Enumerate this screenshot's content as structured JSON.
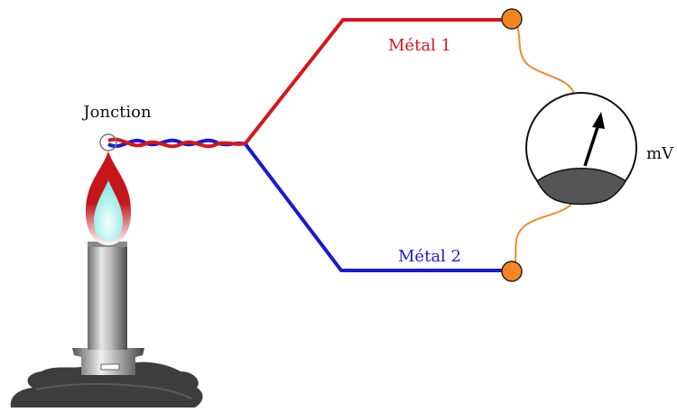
{
  "labels": {
    "junction": "Jonction",
    "metal1": "Métal 1",
    "metal2": "Métal 2",
    "meter_unit": "mV"
  },
  "colors": {
    "metal1": "#d6161b",
    "metal2": "#1a1ad2",
    "connector_wire": "#ef8a2e",
    "terminal": "#f5861f",
    "meter_scale": "#555555",
    "flame_outer": "#c4161b",
    "flame_inner": "#a9f4f0"
  }
}
